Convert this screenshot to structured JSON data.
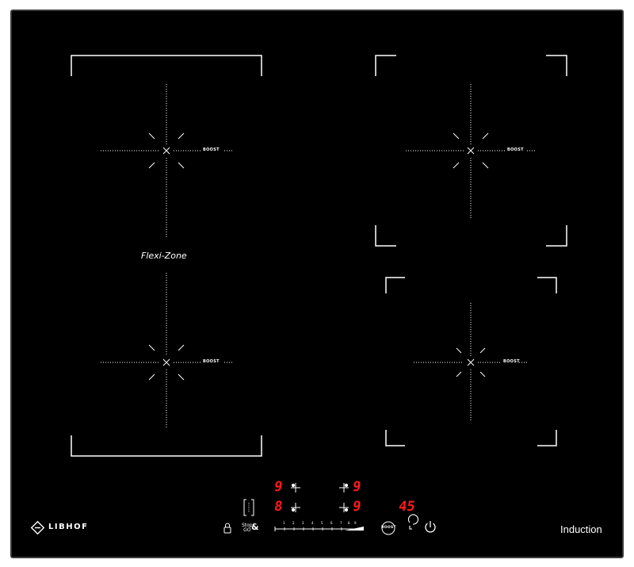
{
  "brand": {
    "name": "LIBHOF"
  },
  "flexi_zone": {
    "label": "Flexi-Zone"
  },
  "zones": [
    {
      "id": "front-left",
      "boost_label": "BOOST"
    },
    {
      "id": "rear-left",
      "boost_label": "BOOST"
    },
    {
      "id": "rear-right",
      "boost_label": "BOOST"
    },
    {
      "id": "front-right",
      "boost_label": "BOOST"
    }
  ],
  "displays": {
    "rear_left_level": "9",
    "rear_right_level": "9",
    "front_left_level": "8",
    "front_right_level": "9",
    "timer": "45"
  },
  "controls": {
    "stop_go_line1": "Stop",
    "stop_go_line2": "GO",
    "stop_go_amp": "&",
    "boost_button": "BOOST",
    "slider_ticks": [
      "1",
      "2",
      "3",
      "4",
      "5",
      "6",
      "7",
      "8",
      "9"
    ]
  },
  "type_label": "Induction",
  "colors": {
    "glass": "#000000",
    "display": "#ff1a1a",
    "print": "#ffffff"
  }
}
